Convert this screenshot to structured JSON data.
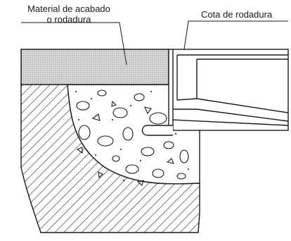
{
  "labels": {
    "finish_line1": "Material de acabado",
    "finish_line2": "o rodadura",
    "level": "Cota de rodadura"
  },
  "colors": {
    "line": "#1a1a1a",
    "finish_fill": "#d9d9d9",
    "hatch": "#333333",
    "background": "#ffffff"
  }
}
